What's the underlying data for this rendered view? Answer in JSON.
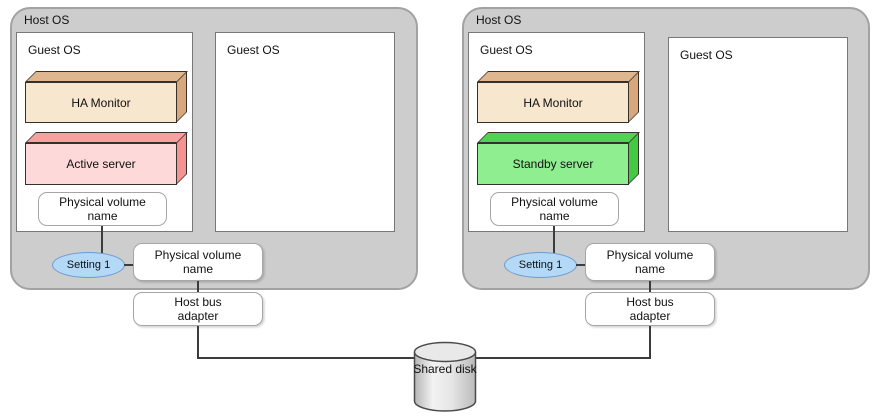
{
  "colors": {
    "host_fill": "#cdcdcd",
    "host_border": "#a2a2a2",
    "guest_fill": "#ffffff",
    "guest_border": "#787878",
    "ha_front": "#f7e7ce",
    "ha_top": "#dfb78f",
    "ha_side": "#d8a87c",
    "active_front": "#fdd9d9",
    "active_top": "#f99f9f",
    "active_side": "#f59292",
    "standby_front": "#8fee8f",
    "standby_top": "#50d350",
    "standby_side": "#44c944",
    "box3d_border": "#35302a",
    "node_fill": "#ffffff",
    "node_border": "#a6a6a6",
    "setting_fill": "#b3d9f7",
    "setting_border": "#6b9bd2",
    "line": "#3c3c3c",
    "disk_border": "#4a4a4a",
    "text": "#111111"
  },
  "hosts": [
    {
      "label": "Host OS",
      "guest_primary": {
        "label": "Guest OS"
      },
      "guest_secondary": {
        "label": "Guest OS"
      },
      "ha_monitor": {
        "label": "HA Monitor"
      },
      "server": {
        "label": "Active server",
        "role": "active"
      },
      "guest_volume": {
        "label": "Physical volume name"
      },
      "setting_badge": {
        "label": "Setting 1"
      },
      "host_volume": {
        "label": "Physical volume name"
      },
      "host_bus_adapter": {
        "label": "Host bus adapter"
      }
    },
    {
      "label": "Host OS",
      "guest_primary": {
        "label": "Guest OS"
      },
      "guest_secondary": {
        "label": "Guest OS"
      },
      "ha_monitor": {
        "label": "HA Monitor"
      },
      "server": {
        "label": "Standby server",
        "role": "standby"
      },
      "guest_volume": {
        "label": "Physical volume name"
      },
      "setting_badge": {
        "label": "Setting 1"
      },
      "host_volume": {
        "label": "Physical volume name"
      },
      "host_bus_adapter": {
        "label": "Host bus adapter"
      }
    }
  ],
  "shared_disk": {
    "label": "Shared disk"
  }
}
